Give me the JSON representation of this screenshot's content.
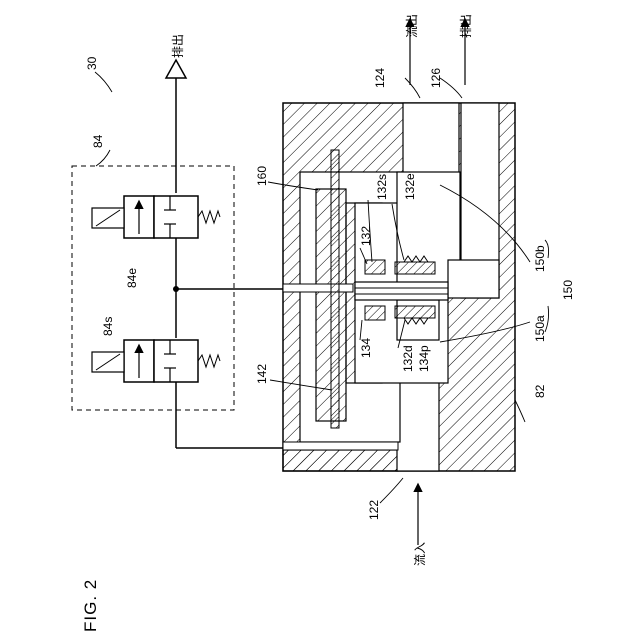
{
  "figure": {
    "title": "FIG. 2",
    "labels": {
      "system": "30",
      "valve_unit": "84",
      "valve_upper": "84e",
      "valve_lower": "84s",
      "exhaust_pilot": "排出",
      "outflow": "流出",
      "exhaust_main": "排出",
      "inflow": "流入",
      "port_outflow": "124",
      "port_exhaust": "126",
      "port_inflow": "122",
      "body": "82",
      "chamber": "160",
      "diaphragm": "142",
      "seat_upper": "132s",
      "space_upper": "132e",
      "seat": "132",
      "piston_rod": "134",
      "seal_lower": "132d",
      "seal_piston": "134p",
      "spool_upper": "150b",
      "spool_lower": "150a",
      "spool": "150"
    }
  }
}
